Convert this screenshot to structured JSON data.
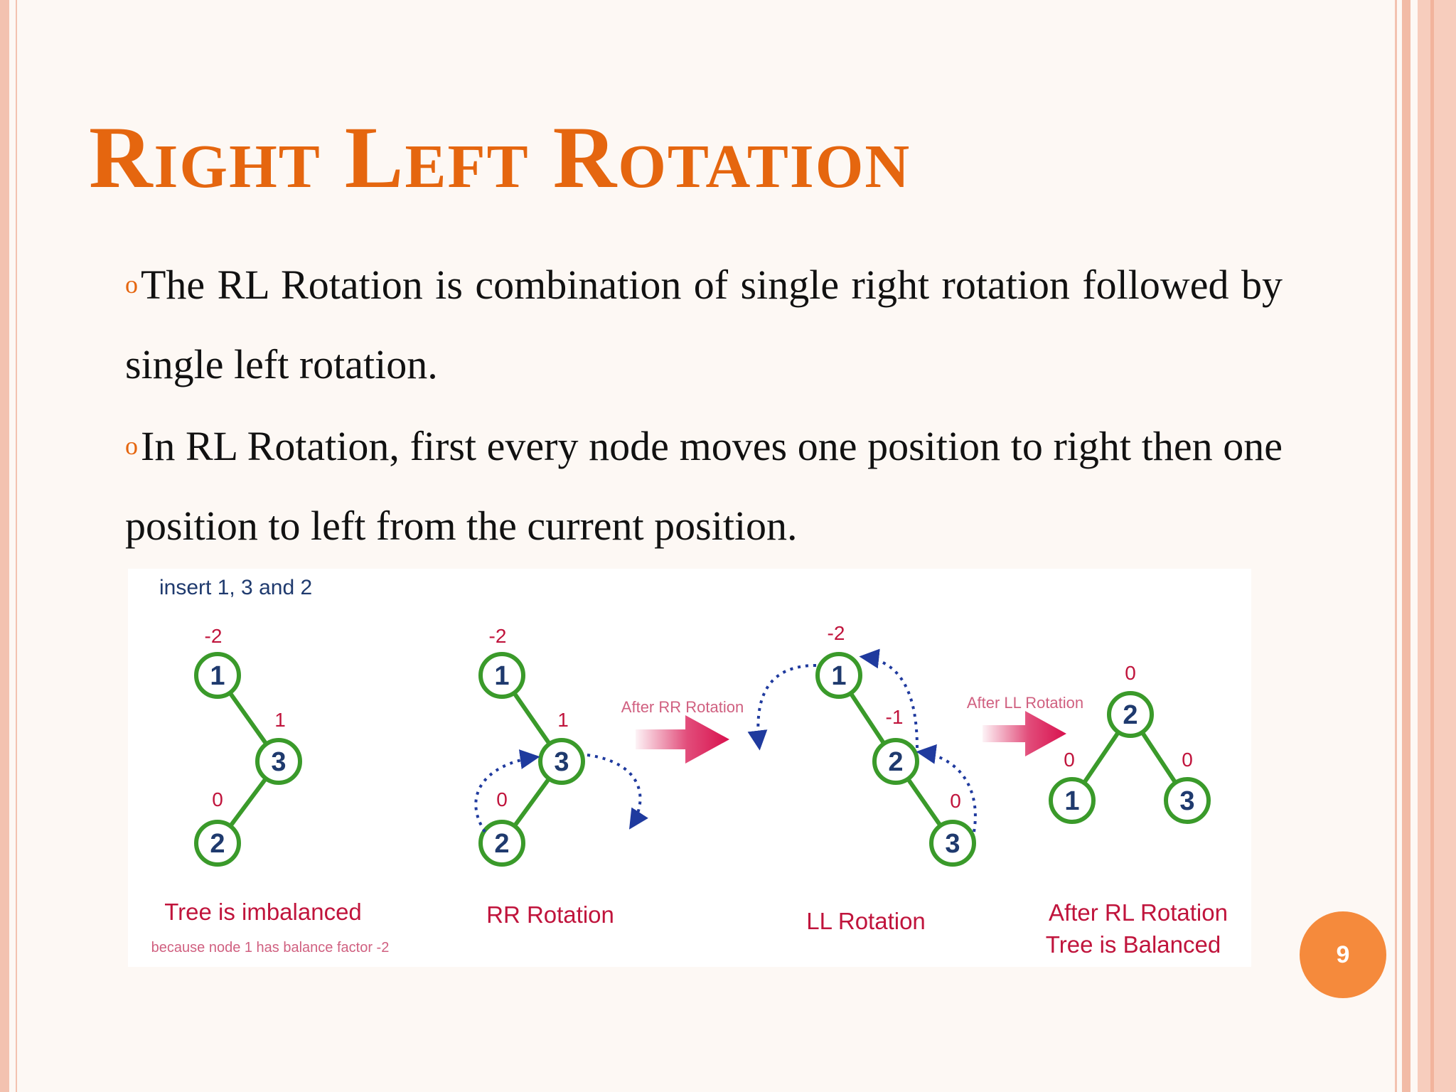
{
  "slide": {
    "title": "Right Left Rotation",
    "bullets": [
      "The RL Rotation is combination of single right rotation followed by single left rotation.",
      "In RL Rotation, first every node moves one position to right then one position to left from the current position."
    ],
    "page_number": "9",
    "accent_color": "#e5660f"
  },
  "diagram": {
    "caption": "insert 1, 3 and 2",
    "step1": {
      "node_1": "1",
      "node_3": "3",
      "node_2": "2",
      "bf_1": "-2",
      "bf_3": "1",
      "bf_2": "0",
      "label": "Tree is imbalanced",
      "sublabel": "because node 1 has balance factor -2"
    },
    "arrow1_label": "After RR Rotation",
    "step2": {
      "node_1": "1",
      "node_3": "3",
      "node_2": "2",
      "bf_1": "-2",
      "bf_3": "1",
      "bf_2": "0",
      "label": "RR Rotation"
    },
    "step3": {
      "node_1": "1",
      "node_2": "2",
      "node_3": "3",
      "bf_1": "-2",
      "bf_2": "-1",
      "bf_3": "0",
      "label": "LL Rotation"
    },
    "arrow2_label": "After LL Rotation",
    "step4": {
      "node_2": "2",
      "node_1": "1",
      "node_3": "3",
      "bf_2": "0",
      "bf_1": "0",
      "bf_3": "0",
      "label_line1": "After RL Rotation",
      "label_line2": "Tree is Balanced"
    },
    "node_color": "#3a9a2a",
    "text_color": "#1f3a6e",
    "factor_color": "#c0143c",
    "arrow_color": "#d8114e"
  }
}
